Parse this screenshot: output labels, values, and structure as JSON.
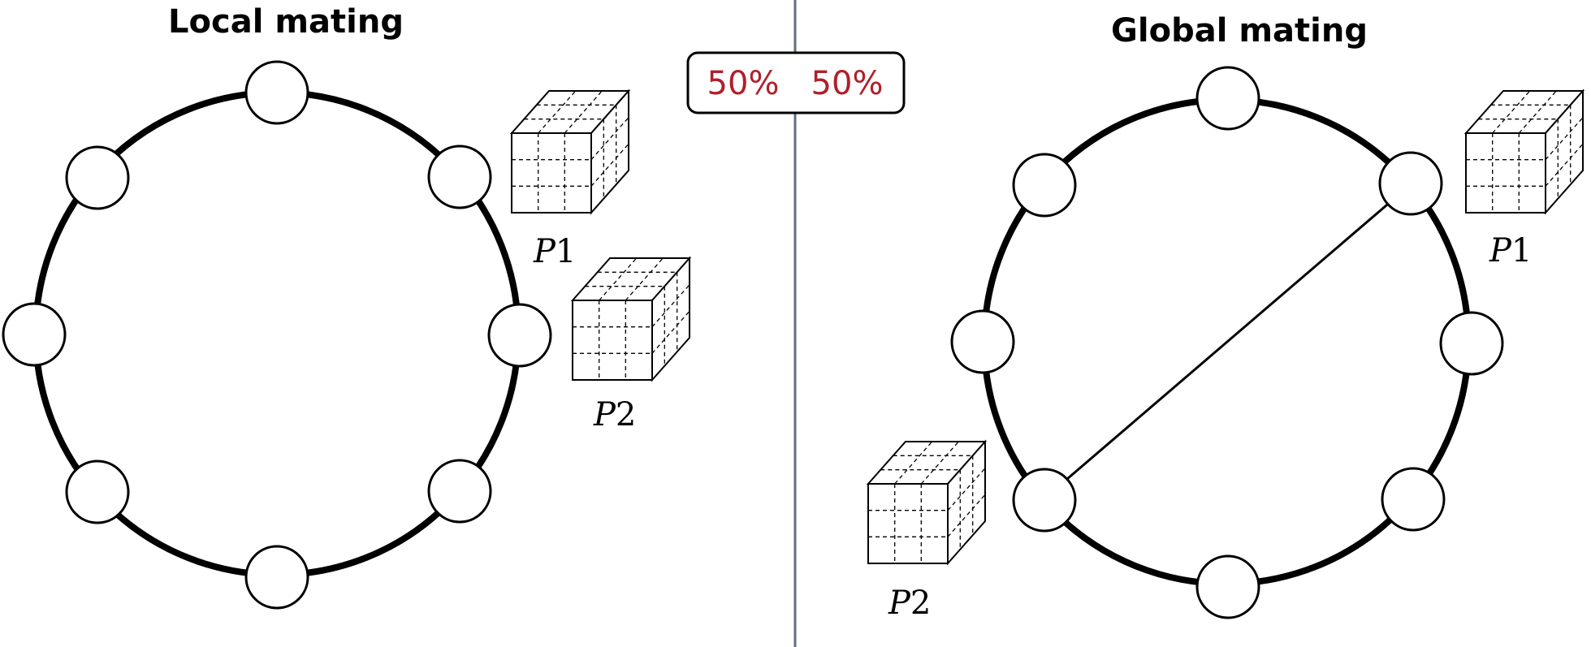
{
  "left_panel": {
    "title": "Local mating",
    "parents": [
      {
        "letter": "P",
        "index": "1"
      },
      {
        "letter": "P",
        "index": "2"
      }
    ]
  },
  "right_panel": {
    "title": "Global mating",
    "parents": [
      {
        "letter": "P",
        "index": "1"
      },
      {
        "letter": "P",
        "index": "2"
      }
    ]
  },
  "ratio_box": {
    "left_value": "50%",
    "right_value": "50%"
  },
  "colors": {
    "percent_text": "#b0202a",
    "divider": "#5f6f7a",
    "ring": "#000000"
  }
}
